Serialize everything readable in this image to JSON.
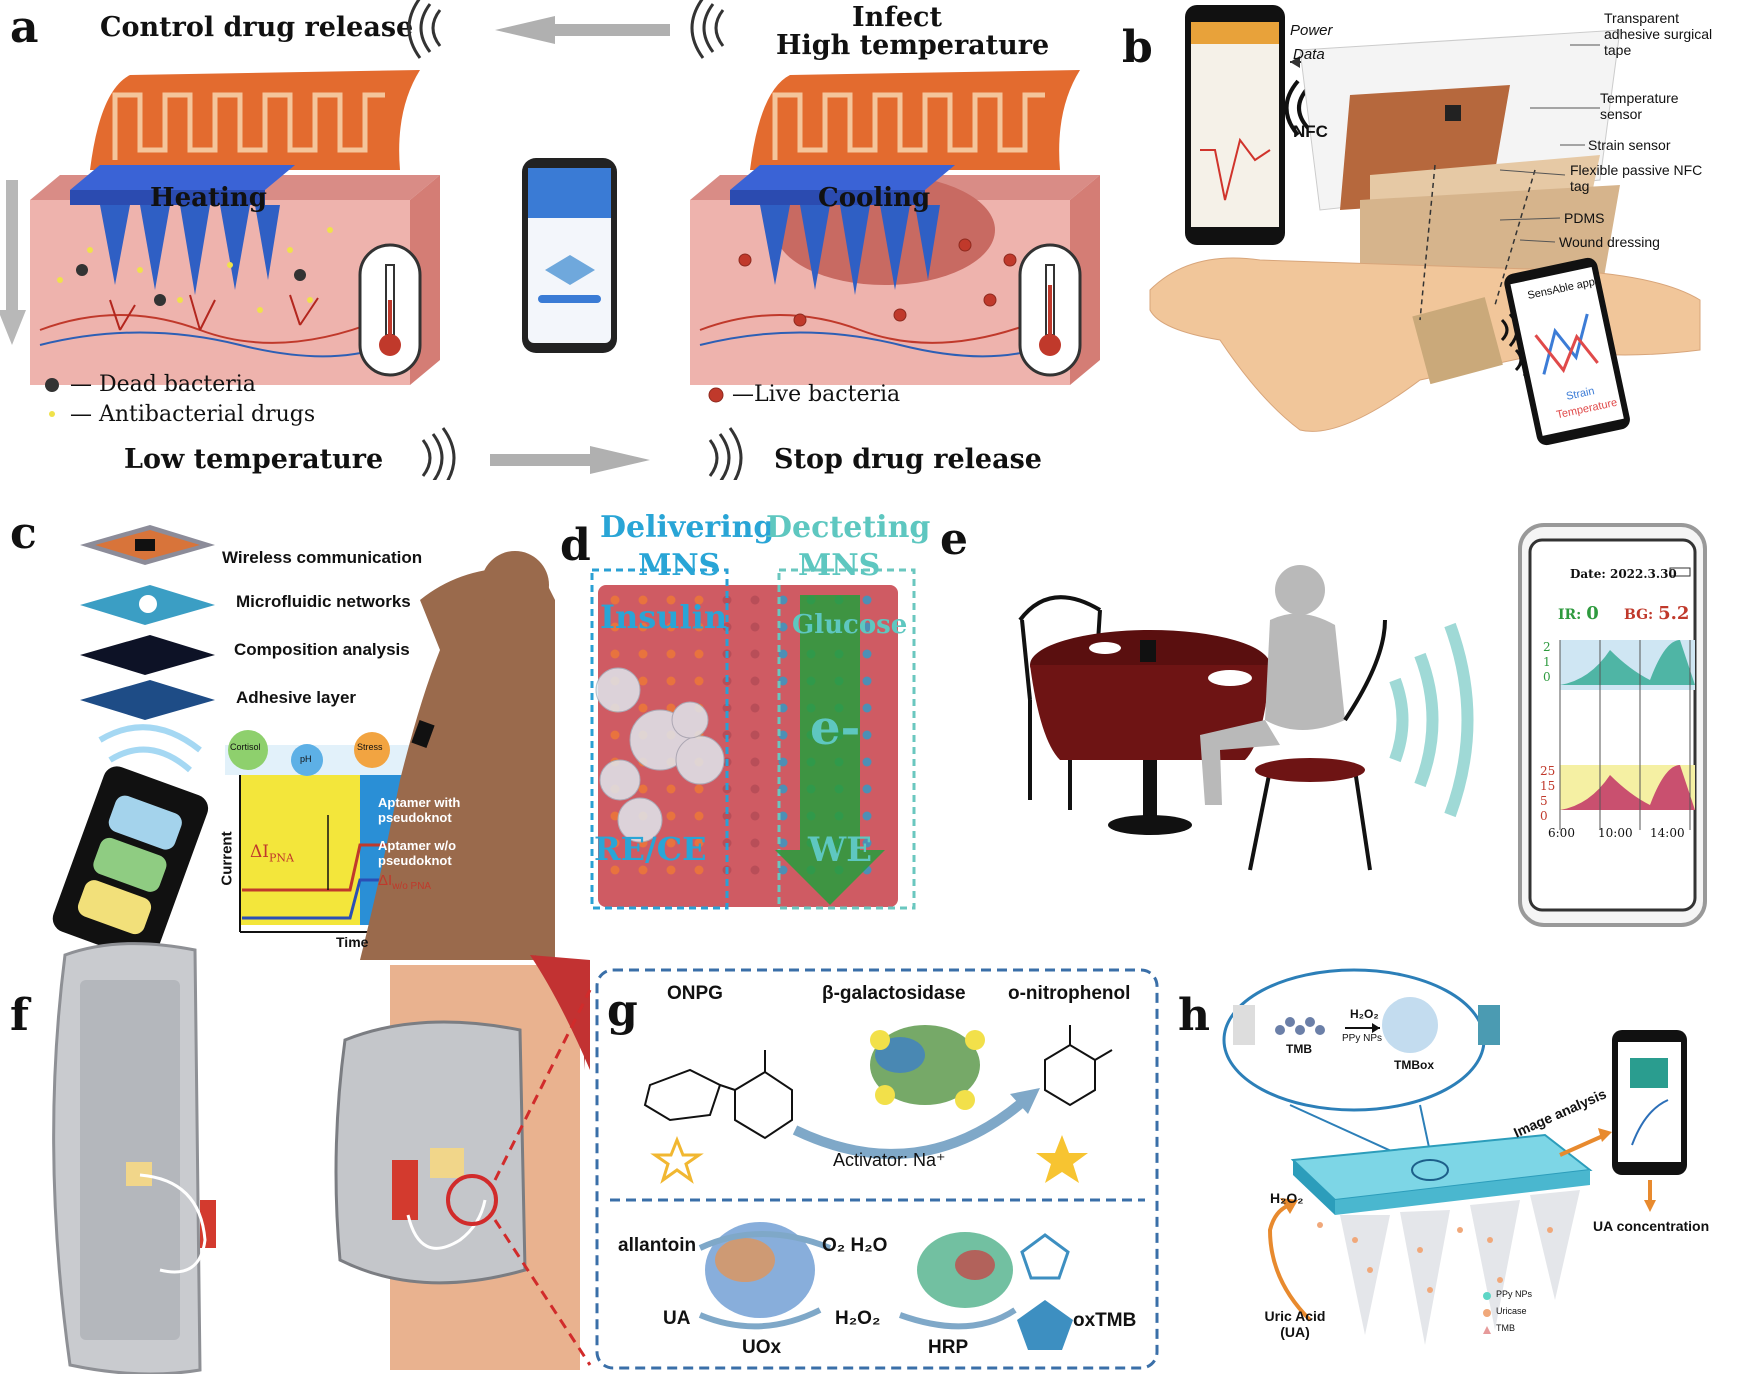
{
  "panels": {
    "a": {
      "label": "a",
      "control_drug_release": "Control drug release",
      "infect": "Infect",
      "high_temperature": "High temperature",
      "heating": "Heating",
      "cooling": "Cooling",
      "dead_bacteria": "— Dead bacteria",
      "antibacterial_drugs": "— Antibacterial drugs",
      "live_bacteria": "—Live bacteria",
      "low_temperature": "Low temperature",
      "stop_drug_release": "Stop drug release"
    },
    "b": {
      "label": "b",
      "power": "Power",
      "data": "Data",
      "nfc": "NFC",
      "transparent_tape": "Transparent adhesive surgical tape",
      "temperature_sensor": "Temperature sensor",
      "strain_sensor": "Strain sensor",
      "nfc_tag": "Flexible passive NFC tag",
      "pdms": "PDMS",
      "wound_dressing": "Wound dressing",
      "app_name": "SensAble app",
      "strain": "Strain",
      "temperature": "Temperature"
    },
    "c": {
      "label": "c",
      "layers": [
        "Wireless communication",
        "Microfluidic networks",
        "Composition analysis",
        "Adhesive layer"
      ],
      "bubbles": [
        "Cortisol",
        "pH",
        "Stress"
      ],
      "aptamer_with": "Aptamer with pseudoknot",
      "aptamer_without": "Aptamer w/o pseudoknot",
      "delta_pna": "ΔI",
      "delta_pna_sub": "PNA",
      "delta_wo": "ΔI",
      "delta_wo_sub": "w/o PNA",
      "y_axis": "Current",
      "x_axis": "Time"
    },
    "d": {
      "label": "d",
      "delivering": "Delivering",
      "decteting": "Decteting",
      "mns": "MNS",
      "insulin": "Insulin",
      "glucose": "Glucose",
      "e_minus": "e-",
      "re_ce": "RE/CE",
      "we": "WE"
    },
    "e": {
      "label": "e",
      "date": "Date: 2022.3.30",
      "ir": "IR:",
      "ir_value": "0",
      "bg": "BG:",
      "bg_value": "5.2",
      "ticks_top": [
        "2",
        "1",
        "0"
      ],
      "ticks_bottom": [
        "25",
        "15",
        "5",
        "0"
      ],
      "x_ticks": [
        "6:00",
        "10:00",
        "14:00"
      ]
    },
    "f": {
      "label": "f"
    },
    "g": {
      "label": "g",
      "onpg": "ONPG",
      "enzyme": "β-galactosidase",
      "product": "o-nitrophenol",
      "activator": "Activator: Na⁺",
      "allantoin": "allantoin",
      "o2h2o": "O₂ H₂O",
      "ua": "UA",
      "h2o2": "H₂O₂",
      "uox": "UOx",
      "hrp": "HRP",
      "oxtmb": "oxTMB"
    },
    "h": {
      "label": "h",
      "tmb": "TMB",
      "tmbox": "TMBox",
      "h2o2_top": "H₂O₂",
      "ppy": "PPy NPs",
      "image_analysis": "Image analysis",
      "ua_conc": "UA concentration",
      "h2o2_left": "H₂O₂",
      "uric_acid": "Uric Acid (UA)",
      "legend": [
        "PPy NPs",
        "Uricase",
        "TMB"
      ]
    }
  },
  "colors": {
    "skin": "#e9a7a0",
    "skin_dark": "#d88378",
    "heater": "#e2672d",
    "blue_plate": "#3a63d6",
    "patch_pink": "#d8626b",
    "cyan": "#29a5d6",
    "teal": "#5ec7c0",
    "green_arrow": "#2e9a3e",
    "dashed_blue": "#3a6fa8"
  }
}
